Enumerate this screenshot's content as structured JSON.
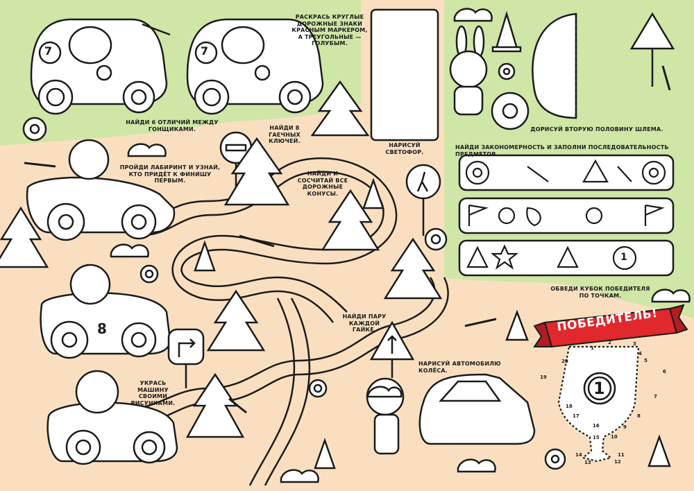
{
  "tasks": {
    "color_signs": "Раскрась круглые дорожные знаки красным маркером, а треугольные — голубым.",
    "find_differences": "Найди 6 отличий между гонщиками.",
    "draw_traffic_light": "Нарисуй светофор.",
    "draw_helmet": "Дорисуй вторую половину шлема.",
    "pattern": "Найди закономерность и заполни последовательность предметов.",
    "find_wrenches": "Найди 8 гаечных ключей.",
    "maze": "Пройди лабиринт и узнай, кто придёт к финишу первым.",
    "count_cones": "Найди и сосчитай все дорожные конусы.",
    "trace_cup": "Обведи кубок победителя по точкам.",
    "find_nut_pairs": "Найди пару каждой гайке.",
    "decorate_car": "Укрась машину своими рисунками.",
    "draw_wheels": "Нарисуй автомобилю колёса."
  },
  "winner_banner": "ПОБЕДИТЕЛЬ!",
  "car_numbers": [
    "7",
    "7",
    "8"
  ],
  "cup_number": "1",
  "pattern_number": "1",
  "dot_numbers": [
    "1",
    "2",
    "3",
    "4",
    "5",
    "6",
    "7",
    "8",
    "9",
    "10",
    "11",
    "12",
    "13",
    "14",
    "15",
    "16",
    "17",
    "18",
    "19",
    "20"
  ],
  "colors": {
    "background_sand": "#f9dfc0",
    "background_green": "#cfe6a6",
    "ink": "#1a1a1a",
    "ribbon_red": "#e0282d",
    "white": "#ffffff"
  }
}
